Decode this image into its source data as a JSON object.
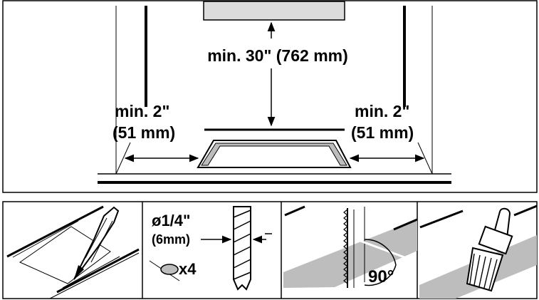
{
  "diagram": {
    "top_panel": {
      "top_clearance": "min. 30\" (762 mm)",
      "left_clearance_line1": "min. 2\"",
      "left_clearance_line2": "(51 mm)",
      "right_clearance_line1": "min. 2\"",
      "right_clearance_line2": "(51 mm)"
    },
    "step_drill": {
      "drill_size": "ø1/4\"",
      "drill_size_metric": "(6mm)",
      "hole_count": "x4"
    },
    "step_saw": {
      "angle": "90°"
    }
  }
}
